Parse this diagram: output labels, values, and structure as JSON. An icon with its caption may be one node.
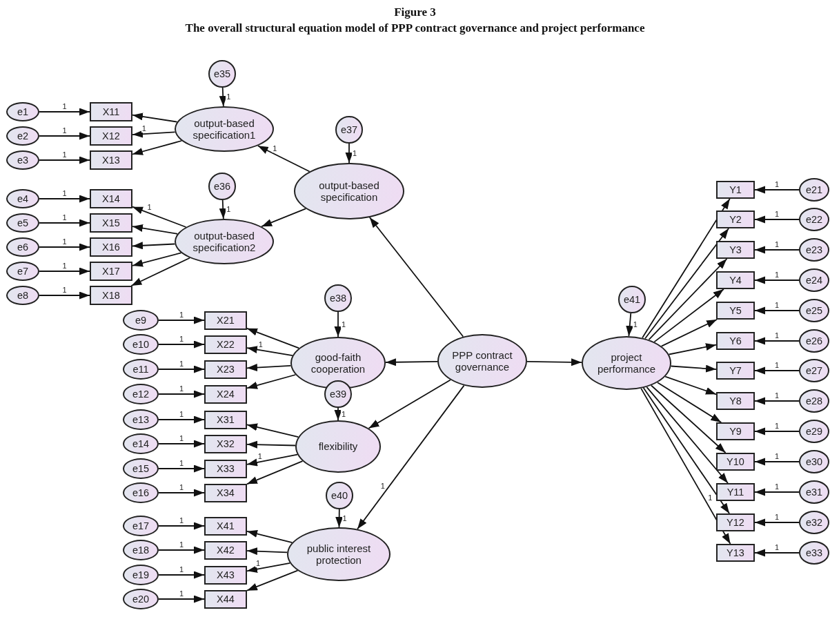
{
  "diagram": {
    "title": "The overall structural equation model of PPP contract governance and project performance",
    "labels": [
      "Figure 3"
    ],
    "nodes": [
      {
        "text": [
          "e1"
        ]
      },
      {
        "text": [
          "e2"
        ]
      },
      {
        "text": [
          "e3"
        ]
      },
      {
        "text": [
          "e4"
        ]
      },
      {
        "text": [
          "e5"
        ]
      },
      {
        "text": [
          "e6"
        ]
      },
      {
        "text": [
          "e7"
        ]
      },
      {
        "text": [
          "e8"
        ]
      },
      {
        "text": [
          "X11"
        ]
      },
      {
        "text": [
          "X12"
        ]
      },
      {
        "text": [
          "X13"
        ]
      },
      {
        "text": [
          "X14"
        ]
      },
      {
        "text": [
          "X15"
        ]
      },
      {
        "text": [
          "X16"
        ]
      },
      {
        "text": [
          "X17"
        ]
      },
      {
        "text": [
          "X18"
        ]
      },
      {
        "text": [
          "output-based specification1"
        ]
      },
      {
        "text": [
          "output-based specification2"
        ]
      },
      {
        "text": [
          "e35"
        ]
      },
      {
        "text": [
          "e36"
        ]
      },
      {
        "text": [
          "output-based specification"
        ]
      },
      {
        "text": [
          "e37"
        ]
      },
      {
        "text": [
          "e9"
        ]
      },
      {
        "text": [
          "e10"
        ]
      },
      {
        "text": [
          "e11"
        ]
      },
      {
        "text": [
          "e12"
        ]
      },
      {
        "text": [
          "e13"
        ]
      },
      {
        "text": [
          "e14"
        ]
      },
      {
        "text": [
          "e15"
        ]
      },
      {
        "text": [
          "e16"
        ]
      },
      {
        "text": [
          "e17"
        ]
      },
      {
        "text": [
          "e18"
        ]
      },
      {
        "text": [
          "e19"
        ]
      },
      {
        "text": [
          "e20"
        ]
      },
      {
        "text": [
          "X21"
        ]
      },
      {
        "text": [
          "X22"
        ]
      },
      {
        "text": [
          "X23"
        ]
      },
      {
        "text": [
          "X24"
        ]
      },
      {
        "text": [
          "X31"
        ]
      },
      {
        "text": [
          "X32"
        ]
      },
      {
        "text": [
          "X33"
        ]
      },
      {
        "text": [
          "X34"
        ]
      },
      {
        "text": [
          "X41"
        ]
      },
      {
        "text": [
          "X42"
        ]
      },
      {
        "text": [
          "X43"
        ]
      },
      {
        "text": [
          "X44"
        ]
      },
      {
        "text": [
          "good-faith cooperation"
        ]
      },
      {
        "text": [
          "flexibility"
        ]
      },
      {
        "text": [
          "public interest protection"
        ]
      },
      {
        "text": [
          "e38"
        ]
      },
      {
        "text": [
          "e39"
        ]
      },
      {
        "text": [
          "e40"
        ]
      },
      {
        "text": [
          "PPP contract governance"
        ]
      },
      {
        "text": [
          "project performance"
        ]
      },
      {
        "text": [
          "e41"
        ]
      },
      {
        "text": [
          "Y1"
        ]
      },
      {
        "text": [
          "Y2"
        ]
      },
      {
        "text": [
          "Y3"
        ]
      },
      {
        "text": [
          "Y4"
        ]
      },
      {
        "text": [
          "Y5"
        ]
      },
      {
        "text": [
          "Y6"
        ]
      },
      {
        "text": [
          "Y7"
        ]
      },
      {
        "text": [
          "Y8"
        ]
      },
      {
        "text": [
          "Y9"
        ]
      },
      {
        "text": [
          "Y10"
        ]
      },
      {
        "text": [
          "Y11"
        ]
      },
      {
        "text": [
          "Y12"
        ]
      },
      {
        "text": [
          "Y13"
        ]
      },
      {
        "text": [
          "e21"
        ]
      },
      {
        "text": [
          "e22"
        ]
      },
      {
        "text": [
          "e23"
        ]
      },
      {
        "text": [
          "e24"
        ]
      },
      {
        "text": [
          "e25"
        ]
      },
      {
        "text": [
          "e26"
        ]
      },
      {
        "text": [
          "e27"
        ]
      },
      {
        "text": [
          "e28"
        ]
      },
      {
        "text": [
          "e29"
        ]
      },
      {
        "text": [
          "e30"
        ]
      },
      {
        "text": [
          "e31"
        ]
      },
      {
        "text": [
          "e32"
        ]
      },
      {
        "text": [
          "e33"
        ]
      }
    ],
    "edges": [
      {
        "from": 0,
        "to": 8,
        "arrow": "to",
        "label": "1"
      },
      {
        "from": 1,
        "to": 9,
        "arrow": "to",
        "label": "1"
      },
      {
        "from": 2,
        "to": 10,
        "arrow": "to",
        "label": "1"
      },
      {
        "from": 3,
        "to": 11,
        "arrow": "to",
        "label": "1"
      },
      {
        "from": 4,
        "to": 12,
        "arrow": "to",
        "label": "1"
      },
      {
        "from": 5,
        "to": 13,
        "arrow": "to",
        "label": "1"
      },
      {
        "from": 6,
        "to": 14,
        "arrow": "to",
        "label": "1"
      },
      {
        "from": 7,
        "to": 15,
        "arrow": "to",
        "label": "1"
      },
      {
        "from": 16,
        "to": 8,
        "arrow": "to"
      },
      {
        "from": 16,
        "to": 9,
        "arrow": "to",
        "label": "1"
      },
      {
        "from": 16,
        "to": 10,
        "arrow": "to"
      },
      {
        "from": 17,
        "to": 11,
        "arrow": "to",
        "label": "1"
      },
      {
        "from": 17,
        "to": 12,
        "arrow": "to"
      },
      {
        "from": 17,
        "to": 13,
        "arrow": "to"
      },
      {
        "from": 17,
        "to": 14,
        "arrow": "to"
      },
      {
        "from": 17,
        "to": 15,
        "arrow": "to"
      },
      {
        "from": 18,
        "to": 16,
        "arrow": "to",
        "label": "1"
      },
      {
        "from": 19,
        "to": 17,
        "arrow": "to",
        "label": "1"
      },
      {
        "from": 20,
        "to": 16,
        "arrow": "to",
        "label": "1"
      },
      {
        "from": 20,
        "to": 17,
        "arrow": "to"
      },
      {
        "from": 21,
        "to": 20,
        "arrow": "to",
        "label": "1"
      },
      {
        "from": 22,
        "to": 34,
        "arrow": "to",
        "label": "1"
      },
      {
        "from": 23,
        "to": 35,
        "arrow": "to",
        "label": "1"
      },
      {
        "from": 24,
        "to": 36,
        "arrow": "to",
        "label": "1"
      },
      {
        "from": 25,
        "to": 37,
        "arrow": "to",
        "label": "1"
      },
      {
        "from": 26,
        "to": 38,
        "arrow": "to",
        "label": "1"
      },
      {
        "from": 27,
        "to": 39,
        "arrow": "to",
        "label": "1"
      },
      {
        "from": 28,
        "to": 40,
        "arrow": "to",
        "label": "1"
      },
      {
        "from": 29,
        "to": 41,
        "arrow": "to",
        "label": "1"
      },
      {
        "from": 30,
        "to": 42,
        "arrow": "to",
        "label": "1"
      },
      {
        "from": 31,
        "to": 43,
        "arrow": "to",
        "label": "1"
      },
      {
        "from": 32,
        "to": 44,
        "arrow": "to",
        "label": "1"
      },
      {
        "from": 33,
        "to": 45,
        "arrow": "to",
        "label": "1"
      },
      {
        "from": 46,
        "to": 34,
        "arrow": "to"
      },
      {
        "from": 46,
        "to": 35,
        "arrow": "to",
        "label": "1"
      },
      {
        "from": 46,
        "to": 36,
        "arrow": "to"
      },
      {
        "from": 46,
        "to": 37,
        "arrow": "to"
      },
      {
        "from": 47,
        "to": 38,
        "arrow": "to"
      },
      {
        "from": 47,
        "to": 39,
        "arrow": "to"
      },
      {
        "from": 47,
        "to": 40,
        "arrow": "to",
        "label": "1"
      },
      {
        "from": 47,
        "to": 41,
        "arrow": "to"
      },
      {
        "from": 48,
        "to": 42,
        "arrow": "to"
      },
      {
        "from": 48,
        "to": 43,
        "arrow": "to"
      },
      {
        "from": 48,
        "to": 44,
        "arrow": "to",
        "label": "1"
      },
      {
        "from": 48,
        "to": 45,
        "arrow": "to"
      },
      {
        "from": 49,
        "to": 46,
        "arrow": "to",
        "label": "1"
      },
      {
        "from": 50,
        "to": 47,
        "arrow": "to",
        "label": "1"
      },
      {
        "from": 51,
        "to": 48,
        "arrow": "to",
        "label": "1"
      },
      {
        "from": 52,
        "to": 20,
        "arrow": "to"
      },
      {
        "from": 52,
        "to": 46,
        "arrow": "to"
      },
      {
        "from": 52,
        "to": 47,
        "arrow": "to"
      },
      {
        "from": 52,
        "to": 48,
        "arrow": "to",
        "label": "1"
      },
      {
        "from": 52,
        "to": 53,
        "arrow": "to"
      },
      {
        "from": 54,
        "to": 53,
        "arrow": "to",
        "label": "1"
      },
      {
        "from": 53,
        "to": 55,
        "arrow": "to"
      },
      {
        "from": 53,
        "to": 56,
        "arrow": "to"
      },
      {
        "from": 53,
        "to": 57,
        "arrow": "to"
      },
      {
        "from": 53,
        "to": 58,
        "arrow": "to"
      },
      {
        "from": 53,
        "to": 59,
        "arrow": "to"
      },
      {
        "from": 53,
        "to": 60,
        "arrow": "to"
      },
      {
        "from": 53,
        "to": 61,
        "arrow": "to"
      },
      {
        "from": 53,
        "to": 62,
        "arrow": "to"
      },
      {
        "from": 53,
        "to": 63,
        "arrow": "to"
      },
      {
        "from": 53,
        "to": 64,
        "arrow": "to"
      },
      {
        "from": 53,
        "to": 65,
        "arrow": "to"
      },
      {
        "from": 53,
        "to": 66,
        "arrow": "to"
      },
      {
        "from": 53,
        "to": 67,
        "arrow": "to",
        "label": "1"
      },
      {
        "from": 68,
        "to": 55,
        "arrow": "to",
        "label": "1"
      },
      {
        "from": 69,
        "to": 56,
        "arrow": "to",
        "label": "1"
      },
      {
        "from": 70,
        "to": 57,
        "arrow": "to",
        "label": "1"
      },
      {
        "from": 71,
        "to": 58,
        "arrow": "to",
        "label": "1"
      },
      {
        "from": 72,
        "to": 59,
        "arrow": "to",
        "label": "1"
      },
      {
        "from": 73,
        "to": 60,
        "arrow": "to",
        "label": "1"
      },
      {
        "from": 74,
        "to": 61,
        "arrow": "to",
        "label": "1"
      },
      {
        "from": 75,
        "to": 62,
        "arrow": "to",
        "label": "1"
      },
      {
        "from": 76,
        "to": 63,
        "arrow": "to",
        "label": "1"
      },
      {
        "from": 77,
        "to": 64,
        "arrow": "to",
        "label": "1"
      },
      {
        "from": 78,
        "to": 65,
        "arrow": "to",
        "label": "1"
      },
      {
        "from": 79,
        "to": 66,
        "arrow": "to",
        "label": "1"
      },
      {
        "from": 80,
        "to": 67,
        "arrow": "to",
        "label": "1"
      }
    ]
  }
}
